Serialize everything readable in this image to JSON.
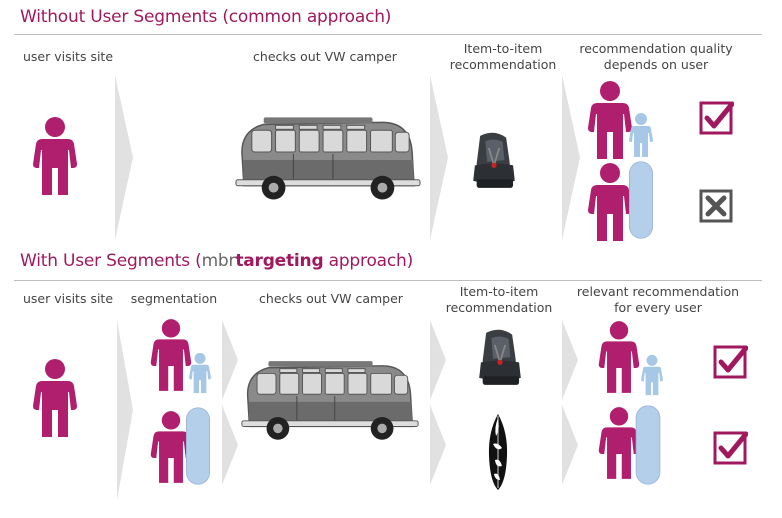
{
  "section1": {
    "title": "Without User Segments (common approach)",
    "labels": {
      "visit": "user visits site",
      "checkout": "checks out VW camper",
      "item_to_item": "Item-to-item\nrecommendation",
      "quality": "recommendation quality\ndepends on user"
    },
    "results": [
      "check",
      "cross"
    ]
  },
  "section2": {
    "title_prefix": "With User Segments (",
    "brand_a": "mbr",
    "brand_b": "targeting",
    "title_suffix": " approach)",
    "labels": {
      "visit": "user visits site",
      "segmentation": "segmentation",
      "checkout": "checks out VW camper",
      "item_to_item": "Item-to-item\nrecommendation",
      "relevant": "relevant recommendation\nfor every user"
    },
    "results": [
      "check",
      "check"
    ]
  },
  "colors": {
    "person": "#b01e6e",
    "child": "#a6c8e6",
    "board": "#b4cfe9",
    "check": "#a0195e",
    "cross": "#555555",
    "arrow": "#e1e1e1",
    "title": "#a0195e"
  },
  "icons": [
    "person-icon",
    "child-icon",
    "snowboard-icon",
    "vw-camper-icon",
    "car-seat-icon",
    "surfboard-icon",
    "checkbox-check-icon",
    "checkbox-cross-icon"
  ]
}
